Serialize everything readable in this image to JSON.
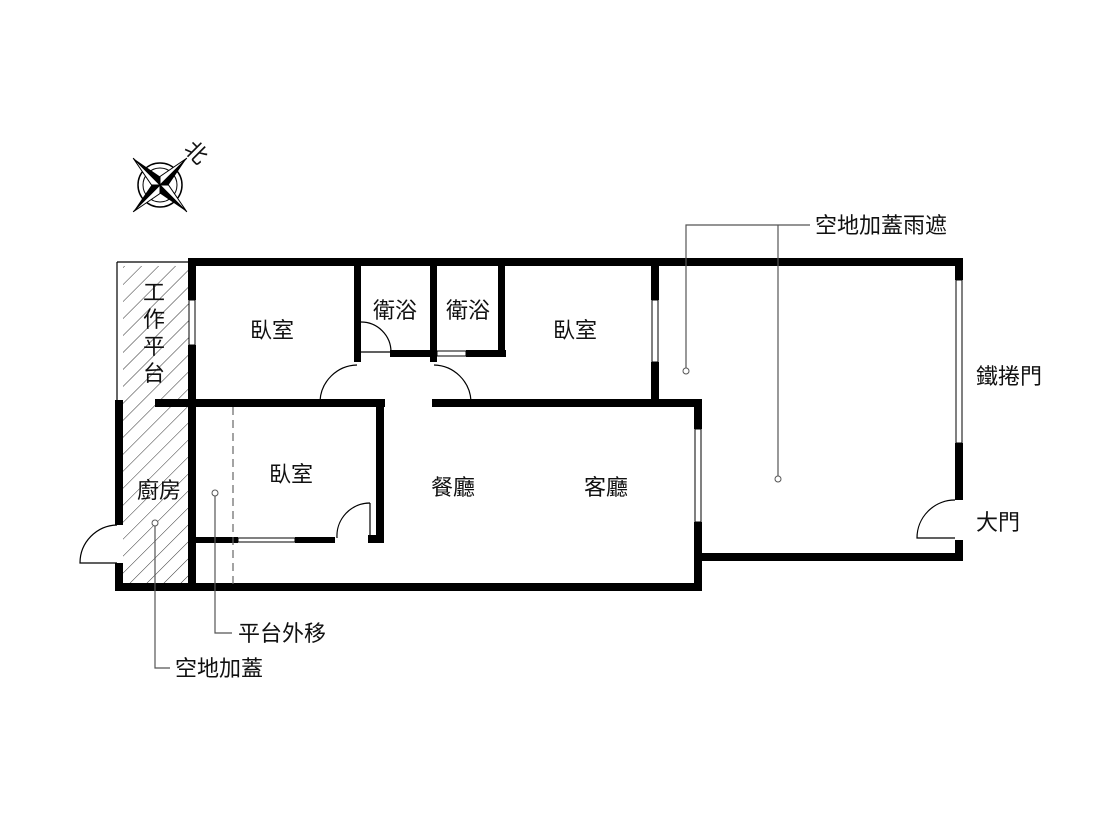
{
  "compass": {
    "north_label": "北"
  },
  "rooms": {
    "work_platform": [
      "工",
      "作",
      "平",
      "台"
    ],
    "bedroom_1": "臥室",
    "bathroom_1": "衛浴",
    "bathroom_2": "衛浴",
    "bedroom_2": "臥室",
    "bedroom_3": "臥室",
    "kitchen": "廚房",
    "dining_room": "餐廳",
    "living_room": "客廳",
    "rolling_door": "鐵捲門",
    "main_door": "大門"
  },
  "annotations": {
    "canopy_extension": "空地加蓋雨遮",
    "platform_moved_out": "平台外移",
    "open_space_extension": "空地加蓋"
  }
}
